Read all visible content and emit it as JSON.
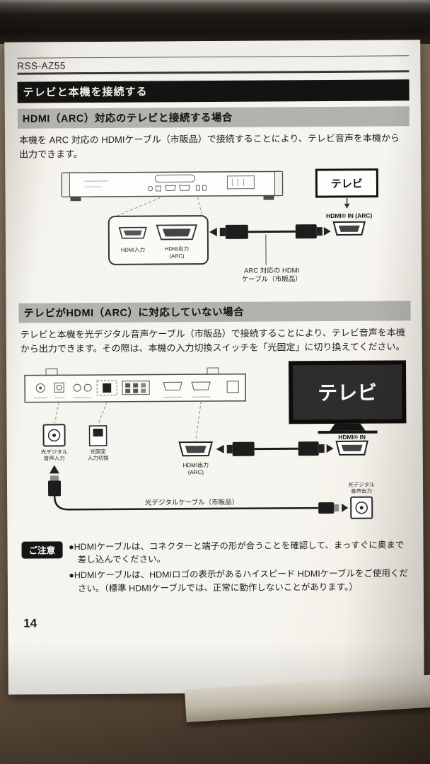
{
  "header": {
    "model": "RSS-AZ55"
  },
  "section_title": "テレビと本機を接続する",
  "arc": {
    "heading": "HDMI（ARC）対応のテレビと接続する場合",
    "body": "本機を ARC 対応の HDMIケーブル（市販品）で接続することにより、テレビ音声を本機から出力できます。",
    "diagram": {
      "tv": "テレビ",
      "tv_port": "HDMI® IN (ARC)",
      "port_in": "HDMI入力",
      "port_out_1": "HDMI出力",
      "port_out_2": "(ARC)",
      "cable_1": "ARC 対応の HDMI",
      "cable_2": "ケーブル（市販品）"
    }
  },
  "no_arc": {
    "heading": "テレビがHDMI（ARC）に対応していない場合",
    "body": "テレビと本機を光デジタル音声ケーブル（市販品）で接続することにより、テレビ音声を本機から出力できます。その際は、本機の入力切換スイッチを「光固定」に切り換えてください。",
    "diagram": {
      "tv": "テレビ",
      "tv_port": "HDMI® IN",
      "out_1": "HDMI出力",
      "out_2": "(ARC)",
      "optical_in_1": "光デジタル",
      "optical_in_2": "音声入力",
      "switch_1": "光固定",
      "switch_2": "入力切換",
      "cable": "光デジタルケーブル（市販品）",
      "optical_out_1": "光デジタル",
      "optical_out_2": "音声出力"
    }
  },
  "caution": {
    "label": "ご注意",
    "items": [
      "●HDMIケーブルは、コネクターと端子の形が合うことを確認して、まっすぐに奥まで差し込んでください。",
      "●HDMIケーブルは、HDMIロゴの表示があるハイスピード HDMIケーブルをご使用ください。（標準 HDMIケーブルでは、正常に動作しないことがあります。）"
    ]
  },
  "page_number": "14"
}
